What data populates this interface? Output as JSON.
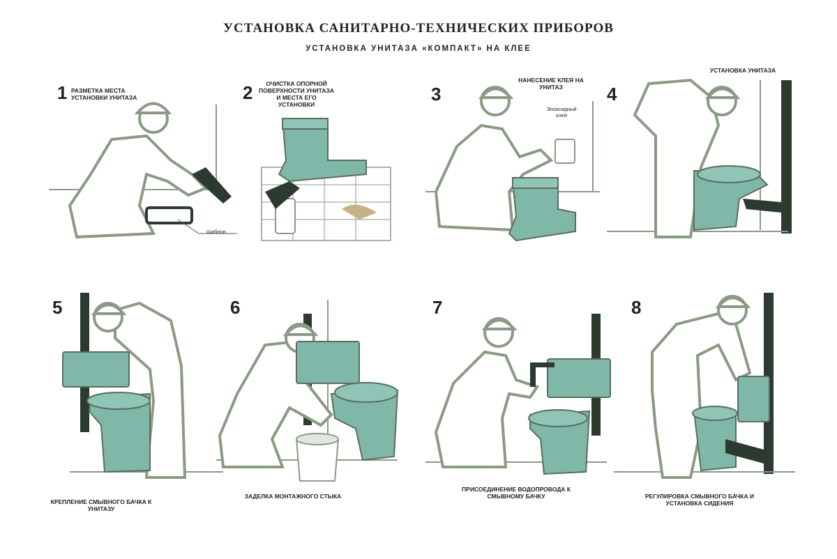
{
  "header": {
    "title": "УСТАНОВКА САНИТАРНО-ТЕХНИЧЕСКИХ ПРИБОРОВ",
    "subtitle": "УСТАНОВКА УНИТАЗА «КОМПАКТ» НА КЛЕЕ"
  },
  "colors": {
    "fixture": "#7fb7a8",
    "outline": "#5a6e5a",
    "figure": "#8a9a84",
    "dark": "#2c3a30"
  },
  "steps": [
    {
      "number": "1",
      "caption": "РАЗМЕТКА МЕСТА УСТАНОВКИ УНИТАЗА",
      "callout": "Шаблон"
    },
    {
      "number": "2",
      "caption": "ОЧИСТКА ОПОРНОЙ ПОВЕРХНОСТИ УНИТАЗА И МЕСТА ЕГО УСТАНОВКИ"
    },
    {
      "number": "3",
      "caption": "НАНЕСЕНИЕ КЛЕЯ НА УНИТАЗ",
      "callout": "Эпоксидный клей"
    },
    {
      "number": "4",
      "caption": "УСТАНОВКА УНИТАЗА"
    },
    {
      "number": "5",
      "caption": "КРЕПЛЕНИЕ СМЫВНОГО БАЧКА К УНИТАЗУ"
    },
    {
      "number": "6",
      "caption": "ЗАДЕЛКА МОНТАЖНОГО СТЫКА"
    },
    {
      "number": "7",
      "caption": "ПРИСОЕДИНЕНИЕ ВОДОПРОВОДА К СМЫВНОМУ БАЧКУ"
    },
    {
      "number": "8",
      "caption": "РЕГУЛИРОВКА СМЫВНОГО БАЧКА И УСТАНОВКА СИДЕНИЯ"
    }
  ]
}
